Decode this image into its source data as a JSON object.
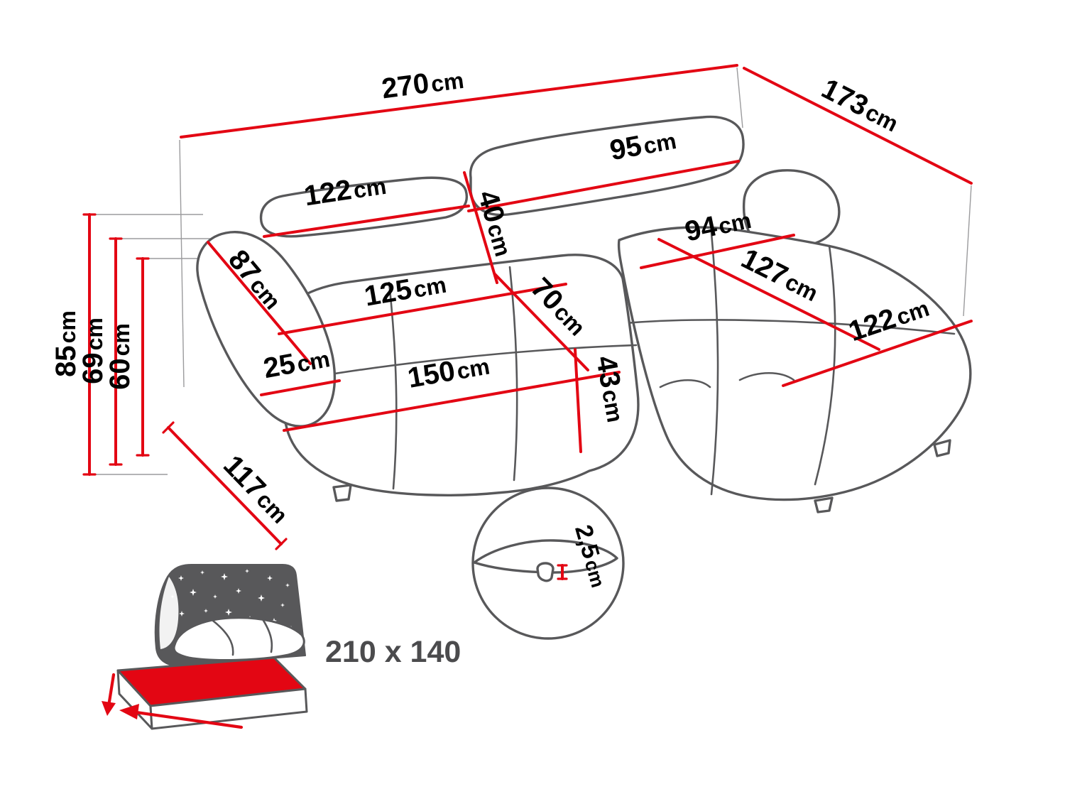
{
  "colors": {
    "dimension_red": "#e30613",
    "outline_gray": "#58585a",
    "bed_text_gray": "#4b4b4d"
  },
  "dims": {
    "total_width": {
      "v": "270",
      "u": "cm"
    },
    "total_depth": {
      "v": "173",
      "u": "cm"
    },
    "back_cushion_left": {
      "v": "122",
      "u": "cm"
    },
    "back_cushion_right": {
      "v": "95",
      "u": "cm"
    },
    "backrest_thickness": {
      "v": "40",
      "u": "cm"
    },
    "chaise_back_width": {
      "v": "94",
      "u": "cm"
    },
    "chaise_length": {
      "v": "127",
      "u": "cm"
    },
    "chaise_width": {
      "v": "122",
      "u": "cm"
    },
    "armrest_length": {
      "v": "87",
      "u": "cm"
    },
    "seat_cushion_width": {
      "v": "125",
      "u": "cm"
    },
    "seat_cushion_depth": {
      "v": "70",
      "u": "cm"
    },
    "armrest_width": {
      "v": "25",
      "u": "cm"
    },
    "seat_width": {
      "v": "150",
      "u": "cm"
    },
    "seat_height": {
      "v": "43",
      "u": "cm"
    },
    "base_depth": {
      "v": "117",
      "u": "cm"
    },
    "height_total": {
      "v": "85",
      "u": "cm"
    },
    "height_backrest": {
      "v": "69",
      "u": "cm"
    },
    "height_armrest": {
      "v": "60",
      "u": "cm"
    },
    "leg_height": {
      "v": "2,5",
      "u": "cm"
    }
  },
  "bed": {
    "size_label": "210 x 140"
  }
}
